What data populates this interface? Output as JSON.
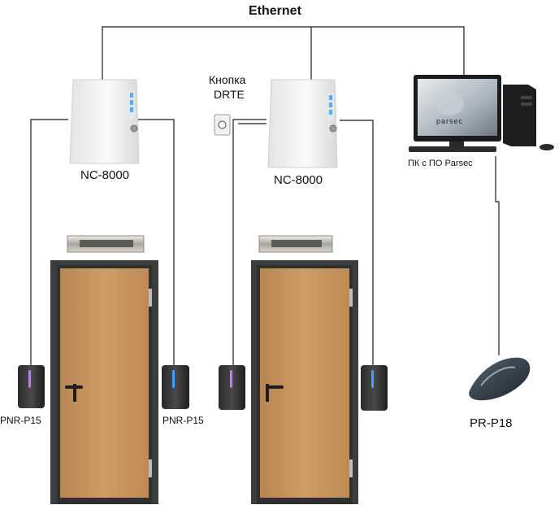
{
  "network": {
    "label": "Ethernet"
  },
  "controllers": [
    {
      "label": "NC-8000"
    },
    {
      "label": "NC-8000"
    }
  ],
  "exit_button": {
    "label_line1": "Кнопка",
    "label_line2": "DRTE"
  },
  "workstation": {
    "label": "ПК с ПО Parsec",
    "screen_brand": "parsec"
  },
  "readers": [
    {
      "label": "PNR-P15"
    },
    {
      "label": "PNR-P15"
    }
  ],
  "desktop_reader": {
    "label": "PR-P18"
  },
  "colors": {
    "door_frame": "#3a3d3c",
    "door_leaf": "#c8955f",
    "controller_led": "#5aa9ff",
    "reader_led_a": "#b57dff",
    "reader_led_b": "#3fa0ff",
    "wire": "#1a1a1a"
  }
}
